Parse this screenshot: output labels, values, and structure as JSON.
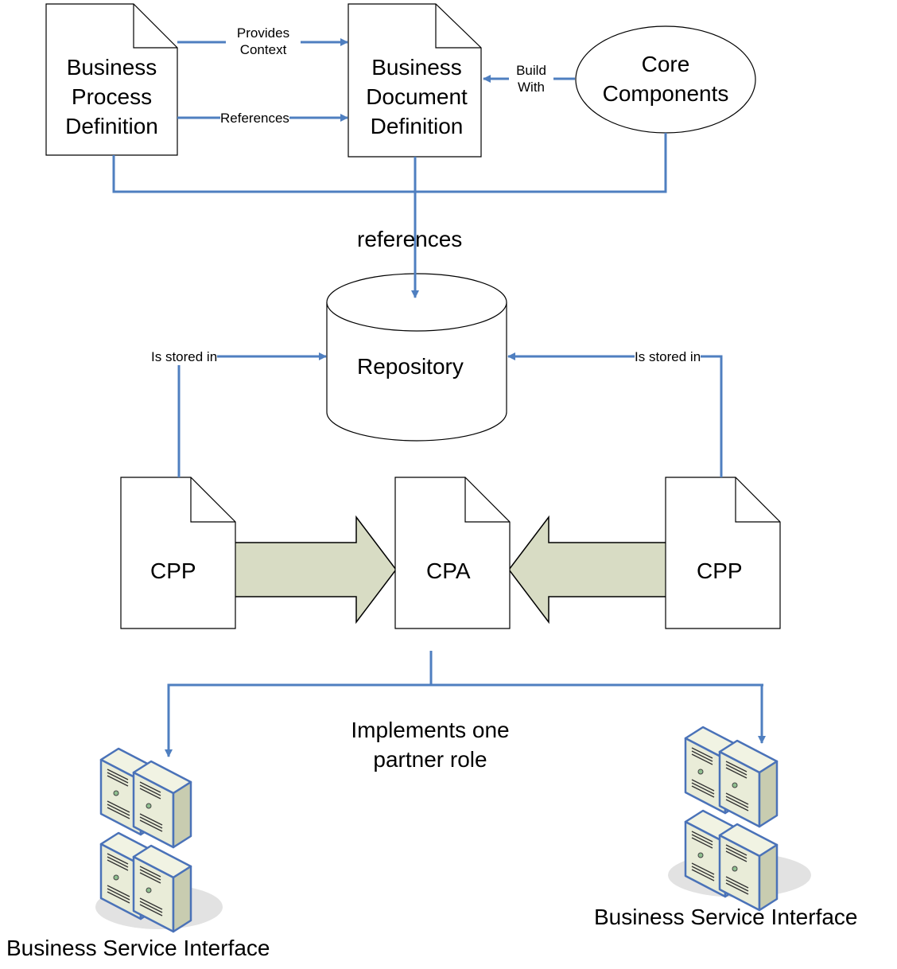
{
  "nodes": {
    "bpd": {
      "lines": [
        "Business",
        "Process",
        "Definition"
      ]
    },
    "bdd": {
      "lines": [
        "Business",
        "Document",
        "Definition"
      ]
    },
    "core": {
      "lines": [
        "Core",
        "Components"
      ]
    },
    "repository": {
      "label": "Repository"
    },
    "cpp_left": {
      "label": "CPP"
    },
    "cpa": {
      "label": "CPA"
    },
    "cpp_right": {
      "label": "CPP"
    },
    "bsi_left": {
      "label": "Business Service Interface"
    },
    "bsi_right": {
      "label": "Business Service Interface"
    }
  },
  "edges": {
    "provides_context": {
      "lines": [
        "Provides",
        "Context"
      ]
    },
    "references_small": {
      "label": "References"
    },
    "build_with": {
      "lines": [
        "Build",
        "With"
      ]
    },
    "references_main": {
      "label": "references"
    },
    "stored_left": {
      "label": "Is stored in"
    },
    "stored_right": {
      "label": "Is stored in"
    },
    "implements": {
      "lines": [
        "Implements one",
        "partner role"
      ]
    }
  },
  "colors": {
    "connector": "#4f7fc0",
    "fat_arrow_fill": "#d8dcc4",
    "server_fill": "#e8ebd6",
    "server_stroke": "#4a72b8"
  }
}
